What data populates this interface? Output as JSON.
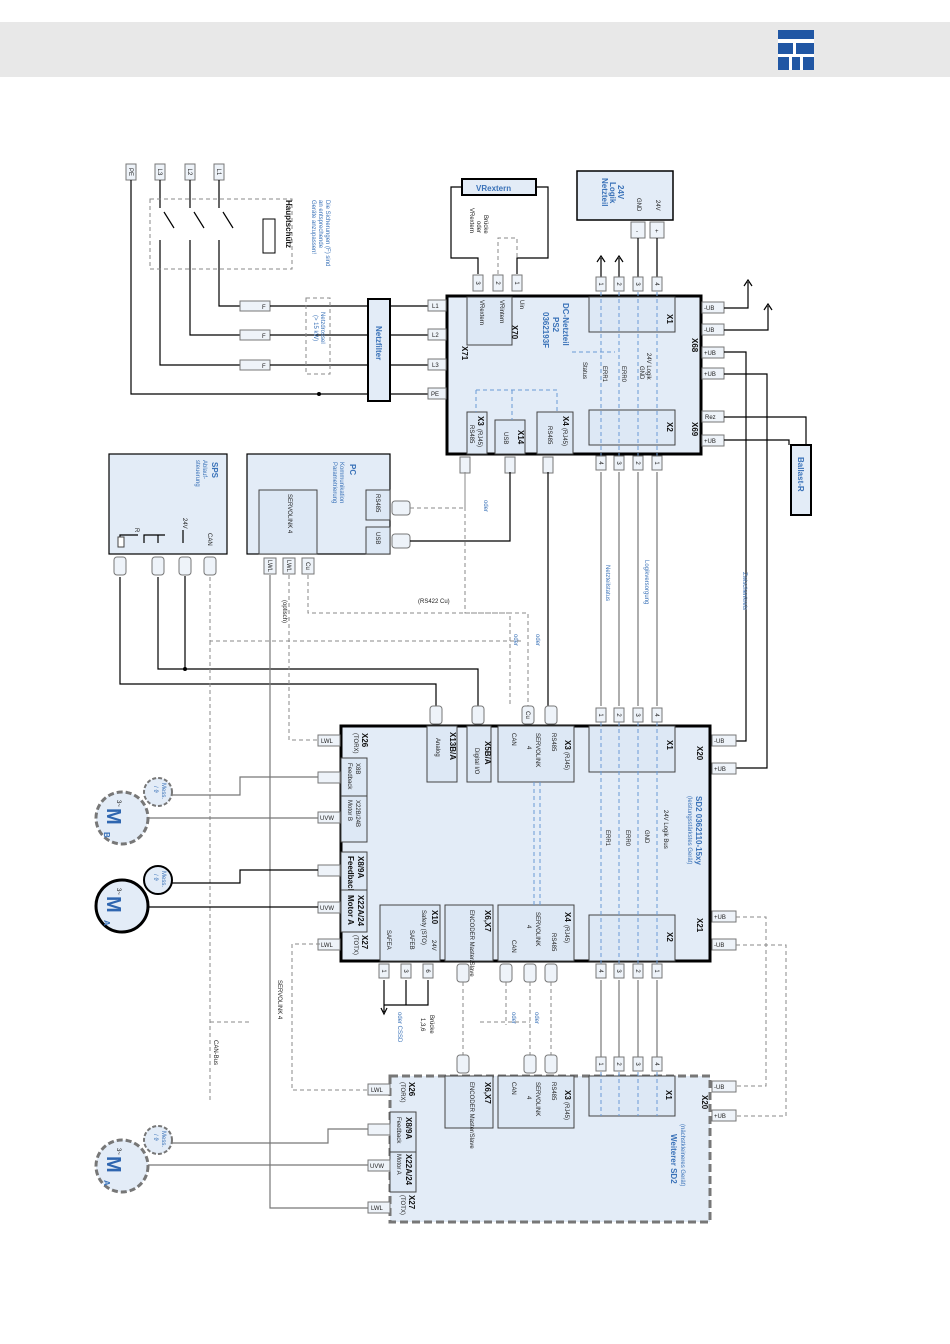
{
  "logo": {
    "icon": "manufacturer-logo-icon",
    "color": "#2157a4"
  },
  "mains": {
    "phases": [
      "PE",
      "L3",
      "L2",
      "L1"
    ],
    "contactor": "Hauptschütz",
    "fuse_label": "F",
    "fuse_note": [
      "Die Sicherungen (F) sind",
      "an entsprechende",
      "Geräte anzupassen!"
    ],
    "choke": [
      "Netzdrossel",
      "(> 15 kW)"
    ],
    "filter": "Netzfilter"
  },
  "vrextern": {
    "title": "VRextern",
    "note": [
      "Brücke",
      "oder",
      "VRextern"
    ]
  },
  "logic_supply": {
    "title": [
      "24V",
      "Logik",
      "Netzteil"
    ],
    "labels": [
      "24V",
      "GND"
    ],
    "terms": [
      "+",
      "-"
    ]
  },
  "dc_supply": {
    "title": [
      "DC-Netzteil",
      "PS2",
      "0362193F"
    ],
    "ports": {
      "x71": "X71",
      "x70": "X70",
      "x68": "X68",
      "x69": "X69",
      "x1": "X1",
      "x2": "X2",
      "x14": "X14",
      "x3": "X3",
      "x4": "X4"
    },
    "x70_terms": [
      "1",
      "2",
      "3"
    ],
    "x70_labels": [
      "Uin",
      "VRintern",
      "VRextern"
    ],
    "x71_terms": [
      "L1",
      "L2",
      "L3",
      "PE"
    ],
    "x68_terms": [
      "-UB",
      "-UB",
      "+UB",
      "+UB"
    ],
    "x69_terms": [
      "Rez",
      "+UB"
    ],
    "top_terms": [
      "1",
      "2",
      "3",
      "4"
    ],
    "bottom_terms": [
      "4",
      "3",
      "2",
      "1"
    ],
    "signals": [
      "24V Logik",
      "GND",
      "ERR0",
      "ERR1",
      "Status"
    ],
    "x3_label": "(RJ45)",
    "x3_sub": "RS485",
    "x14_sub": "USB",
    "x4_label": "(RJ45)",
    "x4_sub": "RS485"
  },
  "ballast": "Ballast-R",
  "pc": {
    "title": "PC",
    "subtitle": [
      "Kommunikation",
      "Parametrierung"
    ],
    "ports": [
      "RS485",
      "USB"
    ],
    "servolink": "SERVOLINK 4",
    "terms": [
      "LWL",
      "LWL",
      "Cu"
    ]
  },
  "sps": {
    "title": "SPS",
    "subtitle": [
      "Ablauf-",
      "steuerung"
    ],
    "labels": [
      "CAN",
      "24V",
      "R"
    ]
  },
  "labels": {
    "oder": "oder",
    "rs422": "(RS422 Cu)",
    "optisch": "(optisch)",
    "netzteilstatus": "Netzteilstatus",
    "logikversorgung": "Logikversorgung",
    "zwischenkreis": "Zwischenkreis",
    "can_bus": "CAN-Bus",
    "servolink4": "SERVOLINK 4",
    "bridge": [
      "Brücke",
      "1,3,6",
      "oder CSSD"
    ]
  },
  "sd2": {
    "title": "SD2 0362110-15xy",
    "subtitle": "(leistungsstärkstes Gerät)",
    "ports": {
      "x26": "X26",
      "x26s": "(TORX)",
      "x13": "X13B/A",
      "x13s": "Analog",
      "x5": "X5B/A",
      "x5s": "Digital I/O",
      "x3": "X3",
      "x3s": "(RJ45)",
      "x1": "X1",
      "x20": "X20",
      "x8b": "X8B",
      "x8bs": "Feedback",
      "x22b": "X22B/24B",
      "x22bs": "Motor B",
      "x8a": "X8/9A",
      "x8as": "Feedback",
      "x22a": "X22A/24",
      "x22as": "Motor A",
      "x27": "X27",
      "x27s": "(TOTX)",
      "x10": "X10",
      "x10s": "Safety (STO)",
      "x67": "X6,X7",
      "x67s": "ENCODER Master/Slave",
      "x4": "X4",
      "x4s": "(RJ45)",
      "x2": "X2",
      "x21": "X21"
    },
    "x3_sub": [
      "RS485",
      "CAN",
      "SERVOLINK",
      "4"
    ],
    "x4_sub": [
      "RS485",
      "CAN",
      "SERVOLINK",
      "4"
    ],
    "signals": [
      "24V Logik Bus",
      "GND",
      "ERR0",
      "ERR1"
    ],
    "safety": [
      "24V",
      "SAFEB",
      "SAFEA"
    ],
    "safety_terms": [
      "6",
      "3",
      "1"
    ],
    "top_terms": [
      "Cu",
      "RS485",
      "1",
      "2",
      "3",
      "4"
    ],
    "bottom_terms": [
      "4",
      "3",
      "2",
      "1"
    ],
    "ub_terms": [
      "-UB",
      "+UB",
      "+UB",
      "-UB"
    ],
    "lwl": "LWL",
    "uvw": "UVW"
  },
  "sd2b": {
    "title": "Weiterer SD2",
    "subtitle": "(nächstkleineres Gerät)",
    "ports": {
      "x26": "X26",
      "x26s": "(TORX)",
      "x67": "X6,X7",
      "x67s": "ENCODER Master/Slave",
      "x3": "X3",
      "x3s": "(RJ45)",
      "x1": "X1",
      "x20": "X20",
      "x89": "X8/9A",
      "x89s": "Feedback",
      "x22": "X22A/24",
      "x22s": "Motor A",
      "x27": "X27",
      "x27s": "(TOTX)"
    },
    "x3_sub": [
      "RS485",
      "CAN",
      "SERVOLINK",
      "4"
    ],
    "ub_terms": [
      "-UB",
      "+UB"
    ],
    "top_terms": [
      "1",
      "2",
      "3",
      "4"
    ]
  },
  "motors": {
    "mb": {
      "m": "M",
      "pre": "3~",
      "sub": "B",
      "mess": [
        "Mess.",
        "/ ϑ"
      ]
    },
    "ma": {
      "m": "M",
      "pre": "3~",
      "sub": "A",
      "mess": [
        "Mess.",
        "/ ϑ"
      ]
    },
    "ma2": {
      "m": "M",
      "pre": "3~",
      "sub": "A",
      "mess": [
        "Mess.",
        "/ ϑ"
      ]
    }
  }
}
